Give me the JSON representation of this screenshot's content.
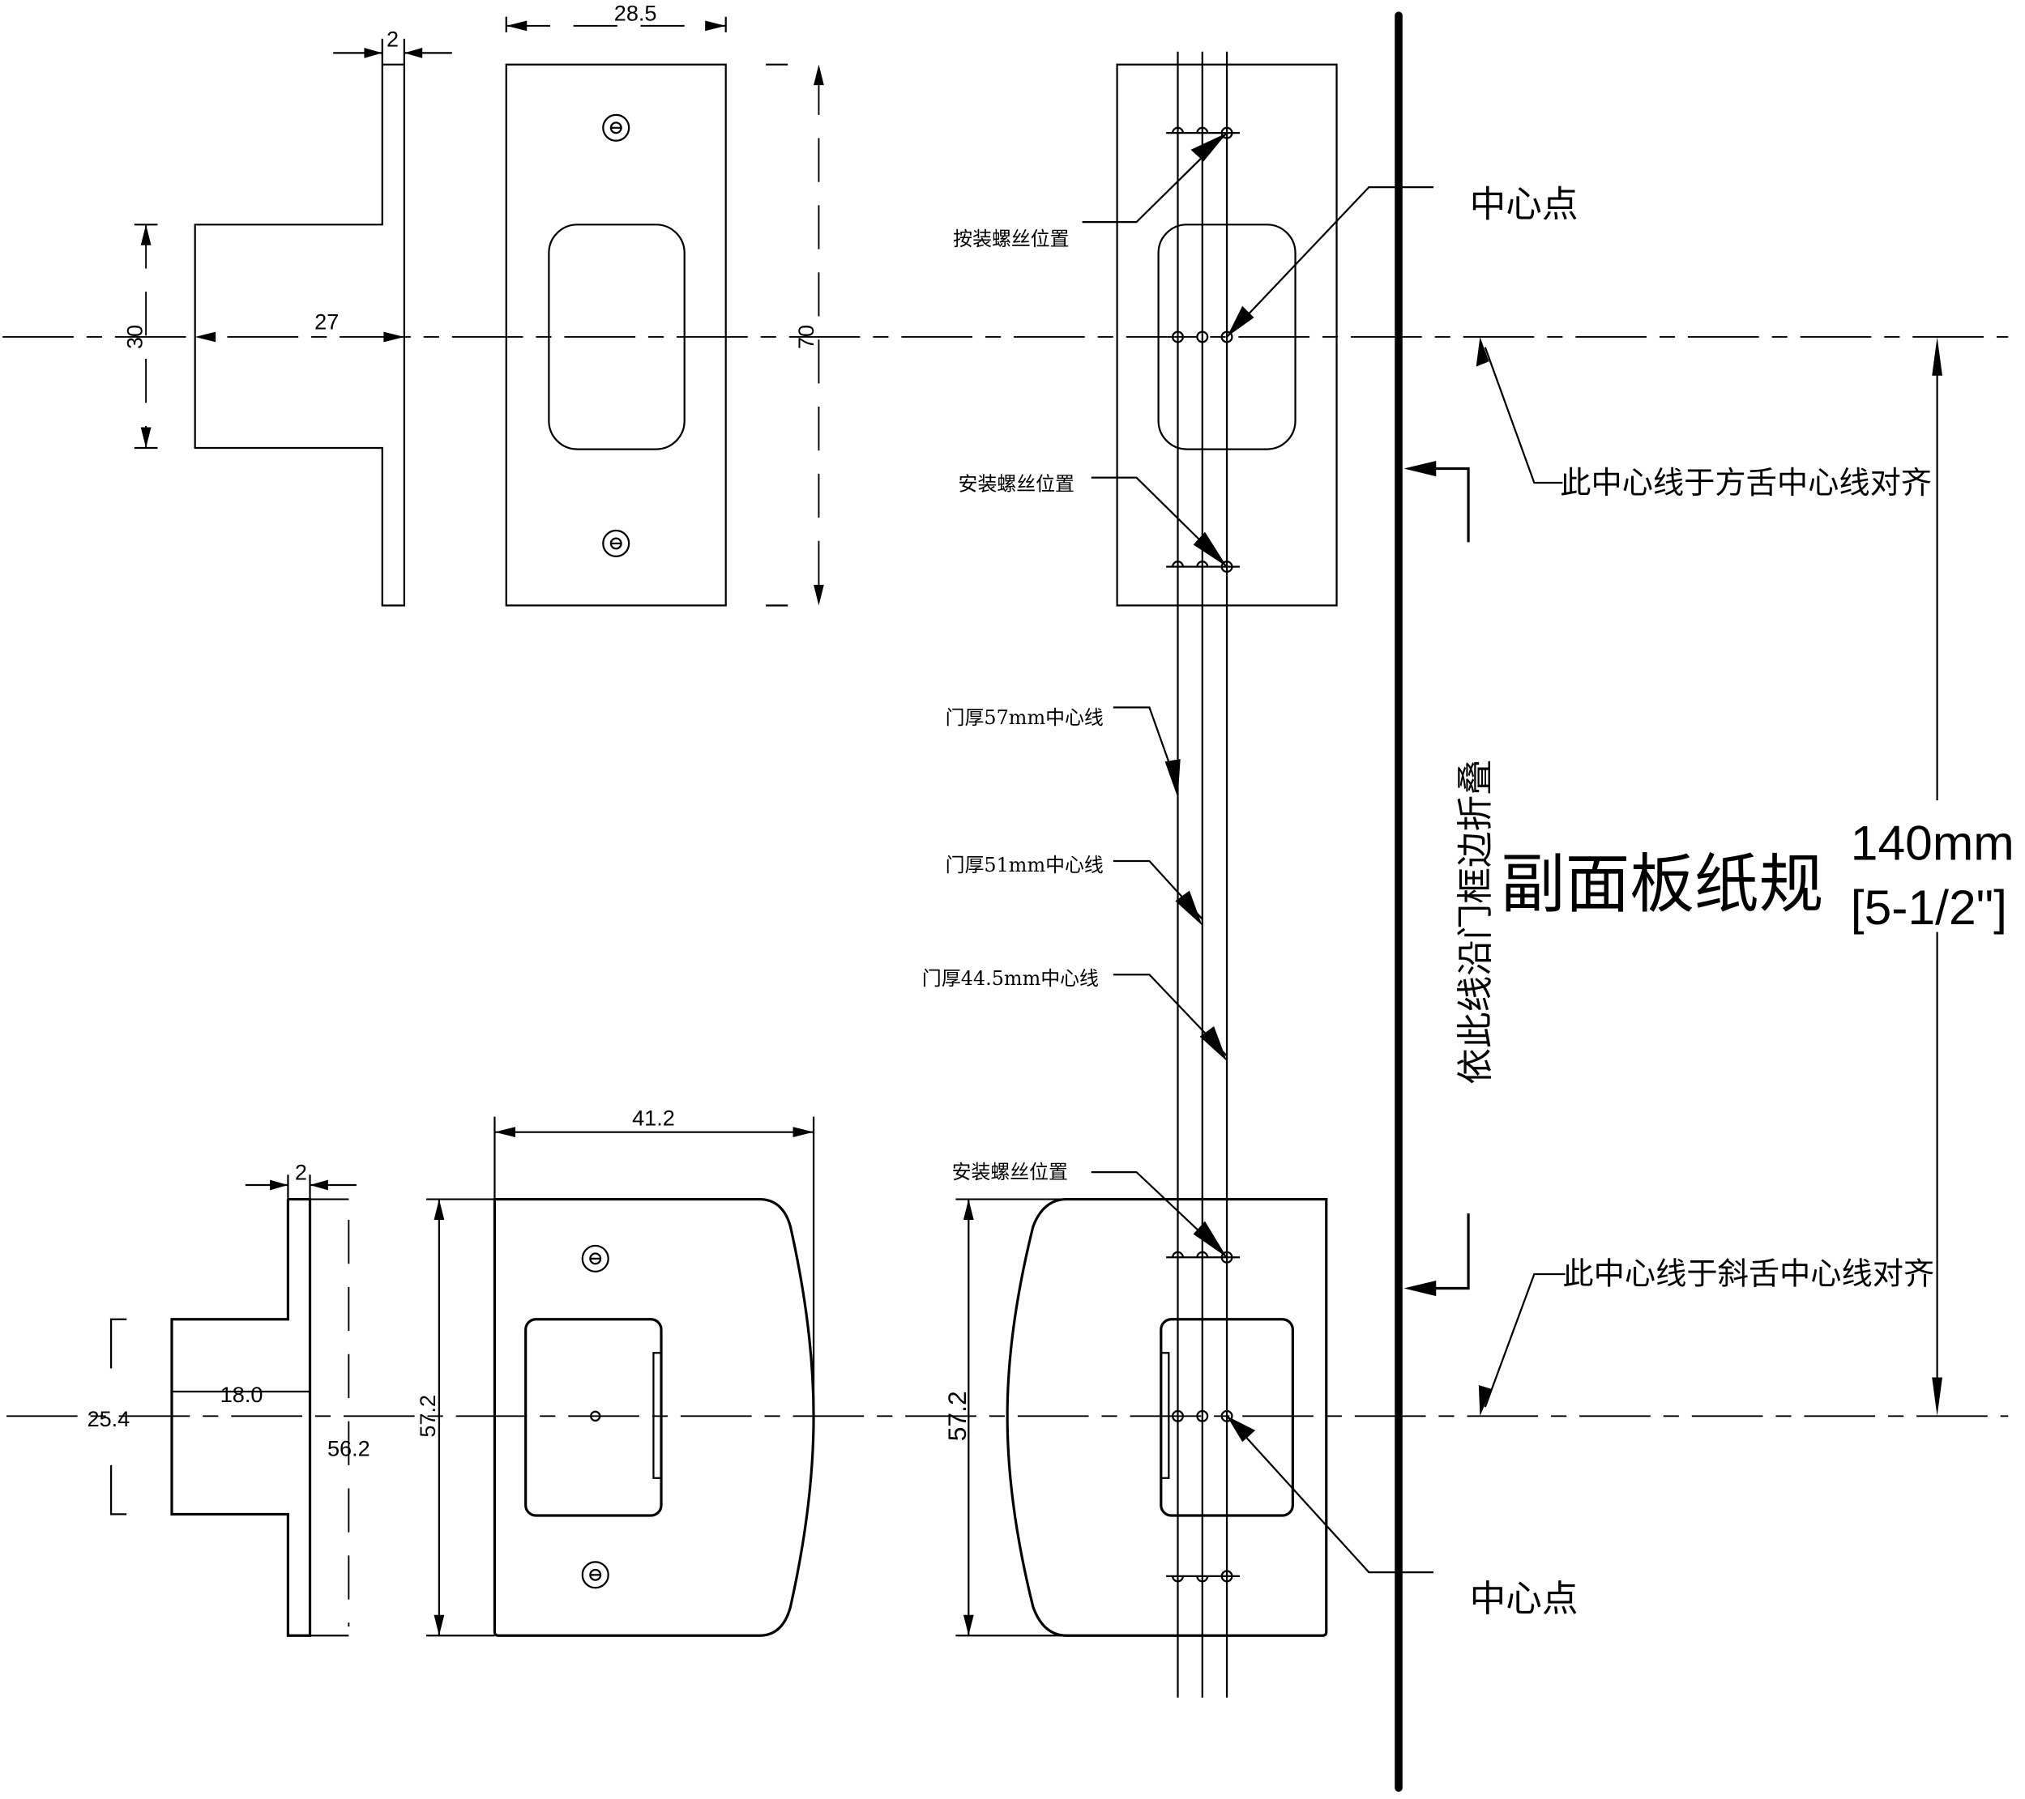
{
  "drawing": {
    "title": "副面板纸规",
    "fold_instruction": "依此线沿门框边折叠",
    "overall_dimension": {
      "metric": "140mm",
      "imperial": "[5-1/2\"]"
    },
    "top_section": {
      "side_view": {
        "flange_thickness": "2",
        "depth": "27",
        "height": "30"
      },
      "front_view": {
        "width": "28.5",
        "height": "70"
      },
      "template": {
        "label_screw_top": "按装螺丝位置",
        "label_screw_bottom": "安装螺丝位置",
        "label_center": "中心点",
        "label_align": "此中心线于方舌中心线对齐"
      }
    },
    "door_thickness_lines": [
      {
        "label": "门厚57mm中心线"
      },
      {
        "label": "门厚51mm中心线"
      },
      {
        "label": "门厚44.5mm中心线"
      }
    ],
    "bottom_section": {
      "side_view": {
        "flange_thickness": "2",
        "depth": "18.0",
        "height": "25.4",
        "overall": "56.2"
      },
      "front_view": {
        "width": "41.2",
        "height": "57.2"
      },
      "template": {
        "height": "57.2",
        "label_screw": "安装螺丝位置",
        "label_center": "中心点",
        "label_align": "此中心线于斜舌中心线对齐"
      }
    }
  }
}
